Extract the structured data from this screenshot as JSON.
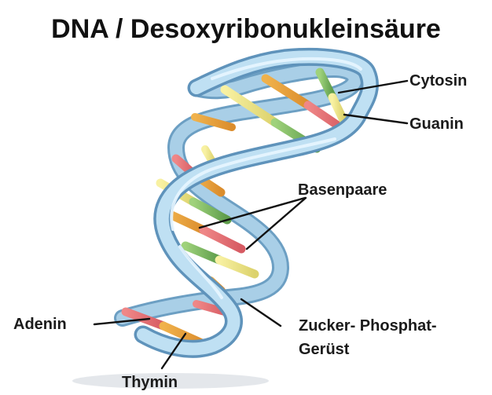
{
  "diagram": {
    "title": "DNA / Desoxyribonukleinsäure",
    "labels": {
      "cytosin": "Cytosin",
      "guanin": "Guanin",
      "basenpaare": "Basenpaare",
      "adenin": "Adenin",
      "thymin": "Thymin",
      "zucker_phosphat_line1": "Zucker- Phosphat-",
      "zucker_phosphat_line2": "Gerüst"
    },
    "colors": {
      "backbone": "#8fbfdd",
      "backbone_edge": "#5f93bb",
      "cytosin": "#e9e27a",
      "guanin": "#76b85c",
      "adenin": "#e46f72",
      "thymin": "#efa443",
      "text": "#111111"
    }
  }
}
